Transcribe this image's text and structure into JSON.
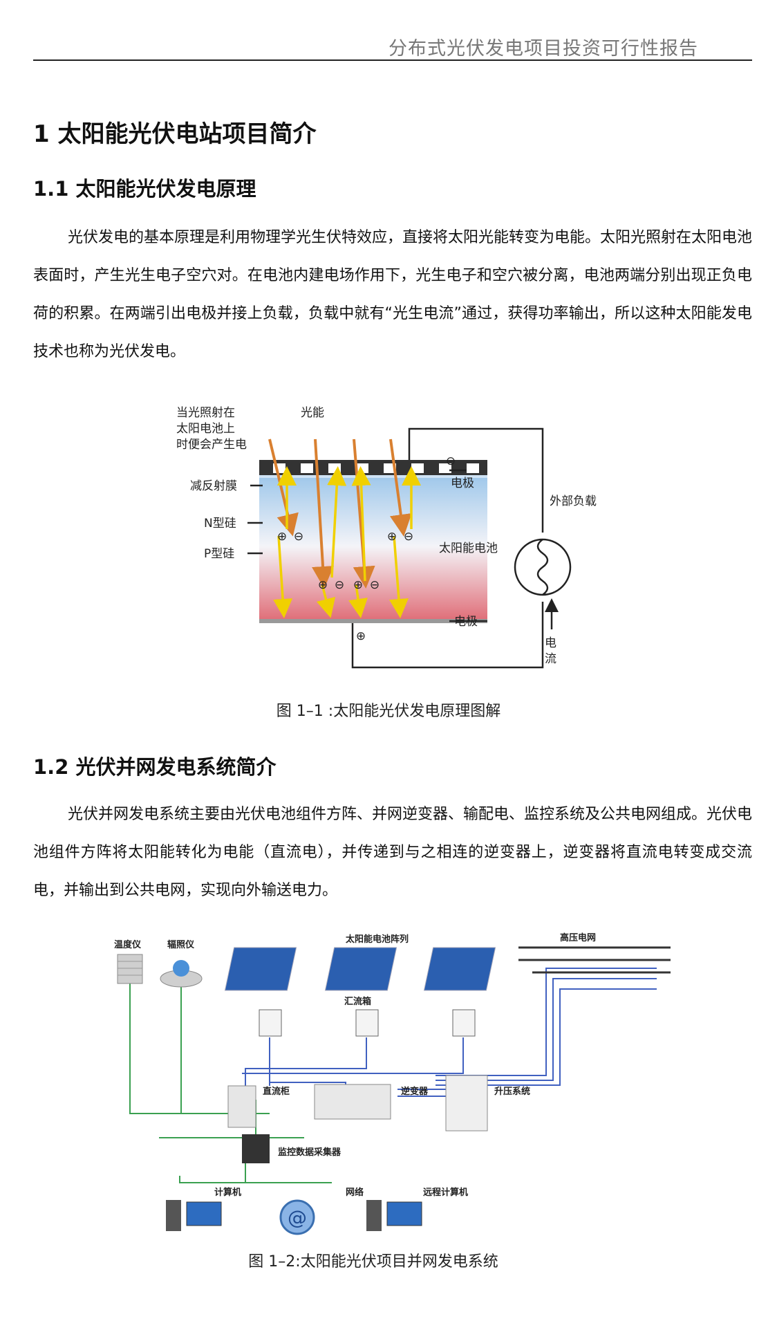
{
  "header": {
    "title": "分布式光伏发电项目投资可行性报告"
  },
  "chapter": {
    "title": "1  太阳能光伏电站项目简介"
  },
  "section1": {
    "title": "1.1  太阳能光伏发电原理",
    "paragraph": "光伏发电的基本原理是利用物理学光生伏特效应，直接将太阳光能转变为电能。太阳光照射在太阳电池表面时，产生光生电子空穴对。在电池内建电场作用下，光生电子和空穴被分离，电池两端分别出现正负电荷的积累。在两端引出电极并接上负载，负载中就有“光生电流”通过，获得功率输出，所以这种太阳能发电技术也称为光伏发电。"
  },
  "figure1": {
    "label_light_line1": "当光照射在",
    "label_light_line2": "太阳电池上",
    "label_light_line3": "时便会产生电",
    "label_energy": "光能",
    "label_film": "减反射膜",
    "label_n": "N型硅",
    "label_p": "P型硅",
    "label_electrode_top": "电极",
    "label_electrode_bottom": "电极",
    "label_cell": "太阳能电池",
    "label_load": "外部负载",
    "label_current_1": "电",
    "label_current_2": "流",
    "symbol_plus": "⊕",
    "symbol_minus": "⊖",
    "caption": "图 1–1 :太阳能光伏发电原理图解"
  },
  "section2": {
    "title": "1.2  光伏并网发电系统简介",
    "paragraph": "光伏并网发电系统主要由光伏电池组件方阵、并网逆变器、输配电、监控系统及公共电网组成。光伏电池组件方阵将太阳能转化为电能（直流电），并传递到与之相连的逆变器上，逆变器将直流电转变成交流电，并输出到公共电网，实现向外输送电力。"
  },
  "figure2": {
    "label_thermo": "温度仪",
    "label_radiometer": "辐照仪",
    "label_array": "太阳能电池阵列",
    "label_grid": "高压电网",
    "label_combiner": "汇流箱",
    "label_dc_cabinet": "直流柜",
    "label_inverter": "逆变器",
    "label_booster": "升压系统",
    "label_monitor": "监控数据采集器",
    "label_computer": "计算机",
    "label_network": "网络",
    "label_remote": "远程计算机",
    "caption": "图 1–2:太阳能光伏项目并网发电系统"
  }
}
